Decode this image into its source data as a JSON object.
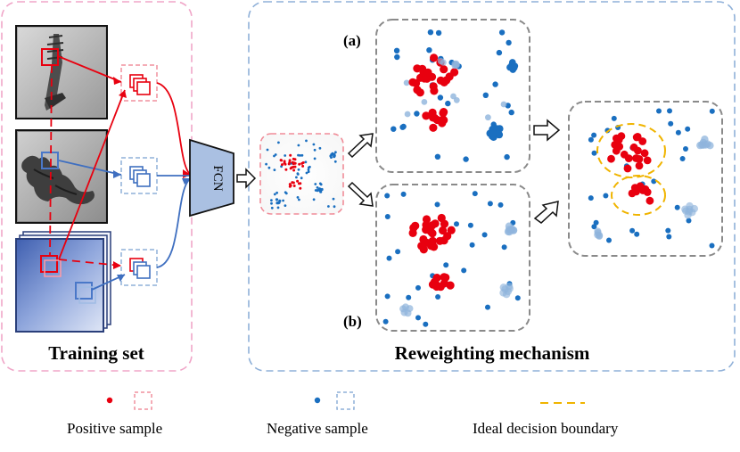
{
  "colors": {
    "positive": "#e8000f",
    "negative": "#1a6fc0",
    "negative_light": "#8fb4dc",
    "training_border": "#f0a6c8",
    "reweight_border": "#8fb0d8",
    "dashed_box": "#8a8a8a",
    "boundary": "#f0b400",
    "fcn_fill": "#aac0e2"
  },
  "labels": {
    "training_set": "Training set",
    "reweighting": "Reweighting mechanism",
    "fcn": "FCN",
    "panel_a": "(a)",
    "panel_b": "(b)"
  },
  "legend": {
    "positive": "Positive sample",
    "negative": "Negative sample",
    "boundary": "Ideal decision boundary"
  },
  "icons": {
    "arrow": "hollow-block-arrow",
    "sample": "square-patch",
    "point": "dot"
  }
}
